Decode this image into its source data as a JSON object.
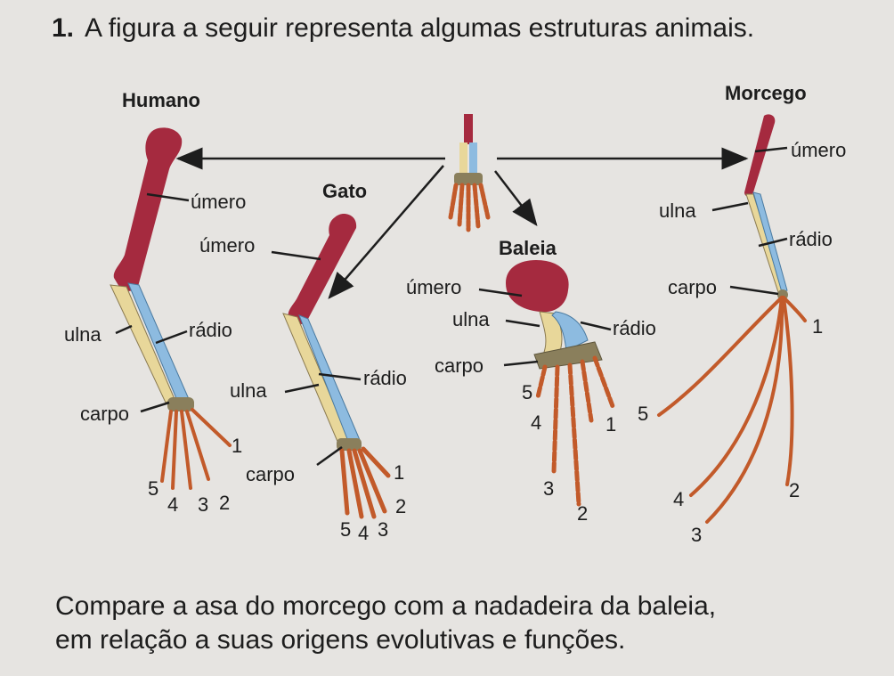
{
  "question": {
    "number": "1.",
    "text": "A figura a seguir representa algumas estruturas animais."
  },
  "figure": {
    "animals": {
      "human": "Humano",
      "cat": "Gato",
      "whale": "Baleia",
      "bat": "Morcego"
    },
    "human_labels": {
      "umero": "úmero",
      "ulna": "ulna",
      "radio": "rádio",
      "carpo": "carpo",
      "digits": [
        "1",
        "2",
        "3",
        "4",
        "5"
      ]
    },
    "cat_labels": {
      "umero": "úmero",
      "ulna": "ulna",
      "radio": "rádio",
      "carpo": "carpo",
      "digits": [
        "1",
        "2",
        "3",
        "4",
        "5"
      ]
    },
    "whale_labels": {
      "umero": "úmero",
      "ulna": "ulna",
      "radio": "rádio",
      "carpo": "carpo",
      "digits": [
        "1",
        "2",
        "3",
        "4",
        "5"
      ]
    },
    "bat_labels": {
      "umero": "úmero",
      "ulna": "ulna",
      "radio": "rádio",
      "carpo": "carpo",
      "digits": [
        "1",
        "2",
        "3",
        "4",
        "5"
      ]
    },
    "colors": {
      "humerus": "#a52a3f",
      "ulna": "#e8d79a",
      "radius": "#8dbbe0",
      "carpal": "#8a7f5c",
      "digits": "#c25a2a",
      "background": "#e6e4e1"
    }
  },
  "prompt": {
    "line1": "Compare a asa do morcego com a nadadeira da baleia,",
    "line2": "em relação a suas origens evolutivas e funções."
  }
}
